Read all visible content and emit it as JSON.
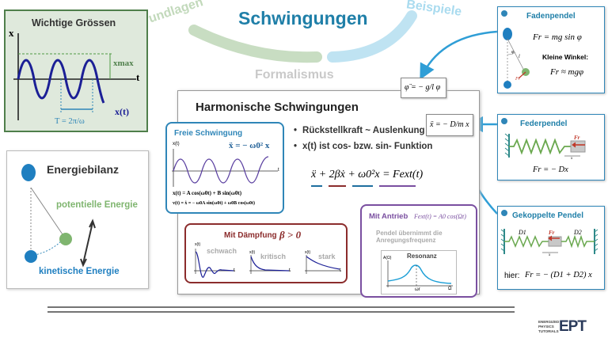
{
  "header": {
    "title": "Schwingungen",
    "left_arc_label": "Grundlagen",
    "right_arc_label": "Beispiele",
    "formalismus": "Formalismus"
  },
  "colors": {
    "title": "#1f7fa8",
    "green_border": "#4f7f4b",
    "green_fill": "#dfe9dc",
    "blue_border": "#2f86b8",
    "red_border": "#8b2c2c",
    "purple_border": "#7a4fa0",
    "curve": "#1b1f96",
    "arc_green": "#b8d4b0",
    "arc_blue": "#9cd3ea"
  },
  "groessen": {
    "title": "Wichtige Grössen",
    "axis_x": "x",
    "axis_t": "t",
    "xmax": "xmax",
    "xt": "x(t)",
    "period": "T = 2π/ω"
  },
  "energie": {
    "title": "Energiebilanz",
    "potential": "potentielle Energie",
    "kinetic": "kinetische Energie"
  },
  "harmonic": {
    "title": "Harmonische Schwingungen",
    "bullet1": "Rückstellkraft ~ Auslenkung",
    "bullet2": "x(t) ist cos- bzw. sin- Funktion",
    "main_equation": "ẍ + 2βẋ + ω0²x = Fext(t)",
    "phi_equation": "φ̈ = − g/l φ",
    "x_equation": "ẍ = − D/m x"
  },
  "frei": {
    "title": "Freie Schwingung",
    "equation": "ẍ = − ω0² x",
    "xt_label": "x(t)",
    "t_label": "t",
    "solution": "x(t) = A cos(ω0t) + B sin(ω0t)",
    "velocity": "v(t) = ẋ = − ω0A sin(ω0t) + ω0B cos(ω0t)"
  },
  "daempfung": {
    "title": "Mit Dämpfung",
    "condition": "β > 0",
    "labels": [
      "schwach",
      "kritisch",
      "stark"
    ],
    "xt_label": "x(t)",
    "t_label": "t"
  },
  "antrieb": {
    "title": "Mit Antrieb",
    "force": "Fext(t) = A0 cos(Ωt)",
    "text": "Pendel übernimmt die Anregungsfrequenz",
    "resonanz": "Resonanz",
    "a_label": "A(Ω)",
    "omega_label": "Ω",
    "omega_r": "ωr"
  },
  "faden": {
    "title": "Fadenpendel",
    "formula": "Fr = mg sin φ",
    "small_angle": "Kleine Winkel:",
    "approx": "Fr ≈ mgφ",
    "phi": "φ",
    "l": "l",
    "fr": "Fr"
  },
  "feder": {
    "title": "Federpendel",
    "formula": "Fr = − Dx",
    "fr": "Fr",
    "x": "x"
  },
  "gekoppelt": {
    "title": "Gekoppelte Pendel",
    "formula_prefix": "hier:",
    "formula": "Fr = − (D1 + D2) x",
    "d1": "D1",
    "d2": "D2",
    "fr": "Fr",
    "x": "x"
  },
  "logo": {
    "line1": "ENERGIZED",
    "line2": "PHYSICS",
    "line3": "TUTORIALS",
    "mark": "EPT"
  }
}
